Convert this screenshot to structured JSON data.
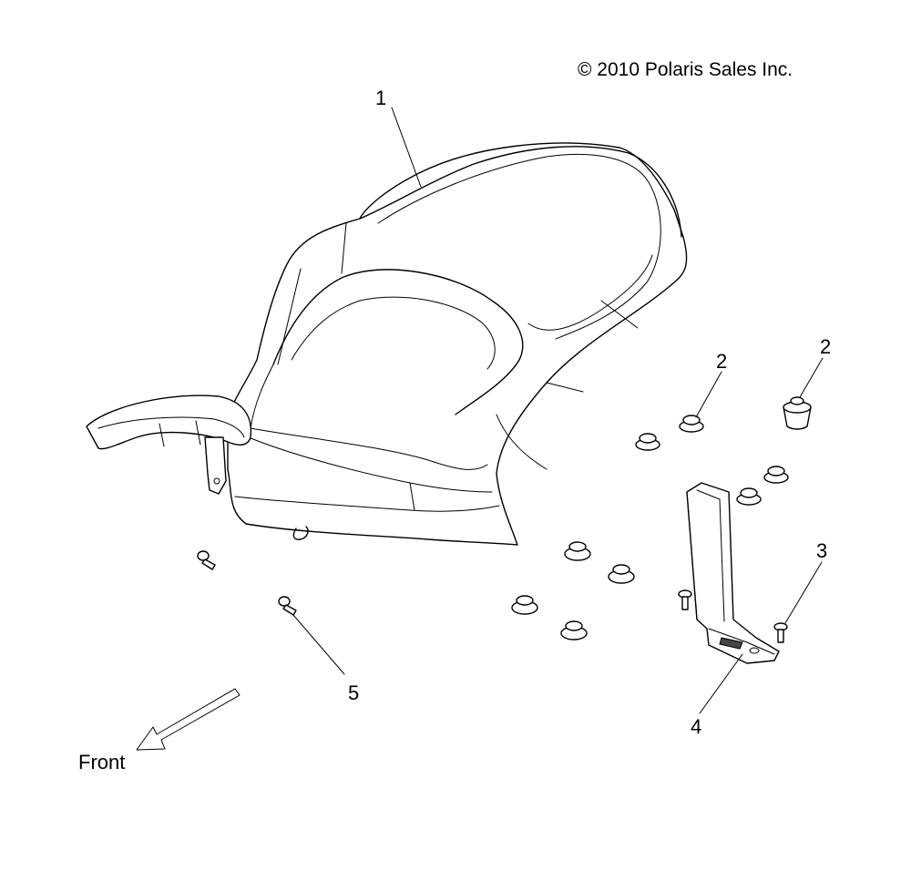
{
  "copyright": "© 2010 Polaris Sales Inc.",
  "direction_label": "Front",
  "callouts": {
    "seat": "1",
    "grommet_a": "2",
    "grommet_b": "2",
    "bolt": "3",
    "bracket": "4",
    "screw": "5"
  }
}
